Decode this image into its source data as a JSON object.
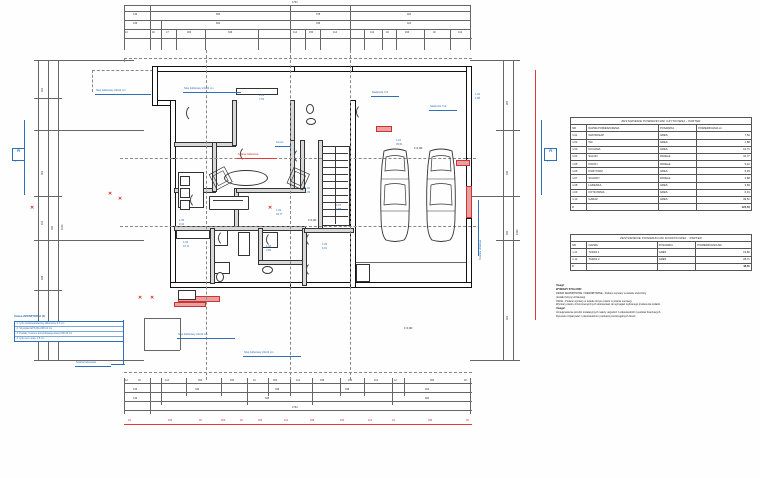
{
  "drawing": {
    "type": "architectural-floor-plan",
    "title_main": "ZESTAWIENIE POWIERZCHNI UŻYTKOWEJ - PARTER",
    "title_extra": "ZESTAWIENIE POWIERZCHNI DODATKOWEJ - PARTER",
    "section_mark_left": "A",
    "section_mark_right": "A",
    "section_sub_left": "2",
    "section_sub_right": "2",
    "level_text": "± 0,00"
  },
  "area_table": {
    "caption": "ZESTAWIENIE POWIERZCHNI UŻYTKOWEJ - PARTER",
    "headers": [
      "NR",
      "NAZWA POMIESZCZENIA",
      "POSADZKA",
      "POWIERZCHNIA m²"
    ],
    "rows": [
      {
        "nr": "1.01",
        "name": "WIATROŁAP",
        "floor": "GRES",
        "area": "7,52"
      },
      {
        "nr": "1.02",
        "name": "WC",
        "floor": "GRES",
        "area": "1,88"
      },
      {
        "nr": "1.03",
        "name": "KUCHNIA",
        "floor": "GRES",
        "area": "10,71"
      },
      {
        "nr": "1.04",
        "name": "SALON",
        "floor": "PANELE",
        "area": "34,77"
      },
      {
        "nr": "1.05",
        "name": "POKÓJ",
        "floor": "PANELE",
        "area": "9,42"
      },
      {
        "nr": "1.06",
        "name": "KORYTARZ",
        "floor": "GRES",
        "area": "6,45"
      },
      {
        "nr": "1.07",
        "name": "SCHODY",
        "floor": "PANELE",
        "area": "3,88"
      },
      {
        "nr": "1.08",
        "name": "ŁAZIENKA",
        "floor": "GRES",
        "area": "3,83"
      },
      {
        "nr": "1.09",
        "name": "KOTŁOWNIA",
        "floor": "GRES",
        "area": "6,91"
      },
      {
        "nr": "1.10",
        "name": "GARAŻ",
        "floor": "GRES",
        "area": "39,51"
      }
    ],
    "total_label": "Σ",
    "total_value": "124,78"
  },
  "extra_table": {
    "caption": "ZESTAWIENIE POWIERZCHNI DODATKOWEJ - PARTER",
    "headers": [
      "NR",
      "NAZWA",
      "POSADZKA",
      "POWIERZCHNIA M2"
    ],
    "rows": [
      {
        "nr": "1.11",
        "name": "TARAS 1",
        "floor": "GRES",
        "area": "19,80"
      },
      {
        "nr": "1.12",
        "name": "TARAS 2",
        "floor": "GRES",
        "area": "28,71"
      }
    ],
    "total_label": "Σ",
    "total_value": "48,51"
  },
  "notes": {
    "line1": "Uwagi!",
    "line2": "WYMIARY STOLARKI",
    "line3": "DRZWI ZEWNĘTRZNE I WEWNĘTRZNE - Podano wymiary w świetle ościeżnicy",
    "line4": "(światło futryny drzwiowej)",
    "line5": "OKNA - Podano wymiary w świetle obrysu (otwór w ścianie surowej).",
    "line6": "Wymiary otworu drzwi zewnętrznych dostosować do wymagań wybranego producenta stolarki.",
    "line7": "Uwaga!",
    "line8": "Umiejscowienie przebić instalacyjnych należy uzgodnić z odpowiednich rysunków branżowych.",
    "line9": "Rysunek rozpatrywać z odpowiednimi rysunkami poszczególnych branż."
  },
  "legend": {
    "title": "Ściana ZEWNĘTRZNA (Z)",
    "items": [
      "1. tynk cienkowarstwowy silikonowy 0,3 cm",
      "2. Styropian EPS 80÷038 12 cm",
      "3. Pustak z betonu komórkowego klasy 600 24 cm",
      "4. tynk cem.-wap. 1,5 cm"
    ],
    "callout": "Ściana betonowa"
  },
  "callouts": {
    "slup_1": "Słup żelbetowy 24x24 cm",
    "slup_2": "Słup żelbetowy 24x24 cm",
    "slup_3": "Słup żelbetowy 24x24 cm",
    "slup_4": "Słup żelbetowy 24x24 cm",
    "nadproze_1": "Nadproże 7x3",
    "nadproze_2": "Nadproże 7x3",
    "sciana_zelb": "Ściana żelbetowa",
    "komin": "Komin",
    "scianka_dzialowa": "Ścianka działowa"
  },
  "dim_top_1": [
    "136",
    "660",
    "378",
    "400"
  ],
  "dim_top_2": [
    "136",
    "660",
    "338",
    "424"
  ],
  "dim_top_3": [
    "12",
    "40",
    "17",
    "200",
    "346",
    "114",
    "150",
    "114",
    "141",
    "40",
    "196",
    "40",
    "141"
  ],
  "dim_top_total": "1764",
  "dim_bottom_1": [
    "12",
    "40",
    "114",
    "300",
    "150",
    "42",
    "463",
    "114",
    "158",
    "150",
    "114",
    "12",
    "300",
    "40"
  ],
  "dim_bottom_2": [
    "136",
    "330",
    "336",
    "338",
    "400"
  ],
  "dim_bottom_3": [
    "136",
    "638",
    "660"
  ],
  "dim_bottom_total": "1764",
  "dim_bottom_red": [
    "24",
    "150",
    "40",
    "463",
    "40",
    "463",
    "114",
    "158",
    "150",
    "114",
    "24",
    "330",
    "40"
  ],
  "dim_left": [
    "200",
    "400",
    "100",
    "186",
    "138",
    "330"
  ],
  "dim_right": [
    "260",
    "340",
    "330",
    "400"
  ],
  "dim_left_total": "1124",
  "dim_right_total": "1330",
  "room_tags": {
    "r101": {
      "nr": "1.01",
      "area": "7,52"
    },
    "r102": {
      "nr": "1.02",
      "area": "1,88"
    },
    "r103": {
      "nr": "1.03",
      "area": "10,71"
    },
    "r104": {
      "nr": "1.04",
      "area": "34,77"
    },
    "r105": {
      "nr": "1.05",
      "area": "9,42"
    },
    "r106": {
      "nr": "1.06",
      "area": "6,45"
    },
    "r107": {
      "nr": "1.07",
      "area": "3,88"
    },
    "r108": {
      "nr": "1.08",
      "area": "3,83"
    },
    "r109": {
      "nr": "1.09",
      "area": "6,91"
    },
    "r110": {
      "nr": "1.10",
      "area": "39,51"
    }
  }
}
